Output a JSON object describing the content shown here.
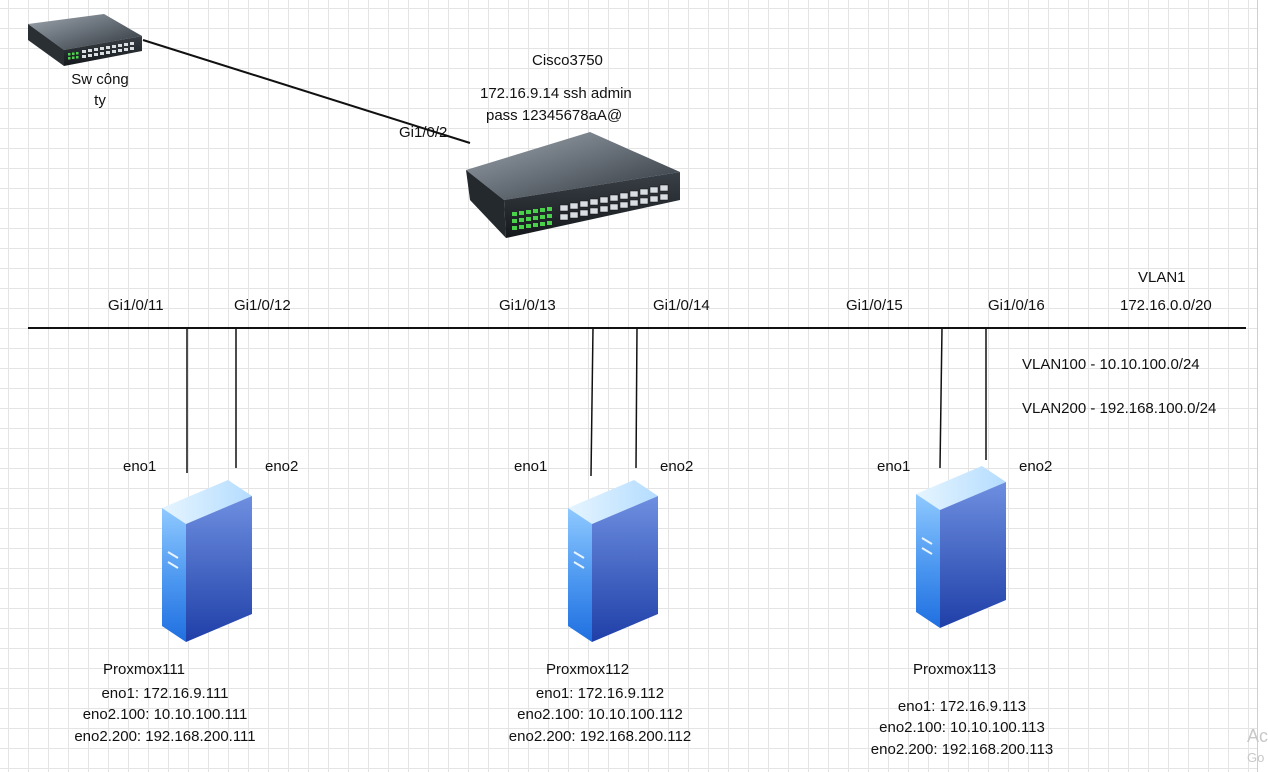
{
  "company_switch": {
    "name_line1": "Sw công",
    "name_line2": "ty"
  },
  "core_switch": {
    "name": "Cisco3750",
    "mgmt_line1": "172.16.9.14 ssh admin",
    "mgmt_line2": "pass 12345678aA@",
    "uplink_port": "Gi1/0/2"
  },
  "vlans": {
    "vlan1_name": "VLAN1",
    "vlan1_subnet": "172.16.0.0/20",
    "vlan100": "VLAN100 -  10.10.100.0/24",
    "vlan200": "VLAN200 -  192.168.100.0/24"
  },
  "servers": [
    {
      "name": "Proxmox111",
      "port_eno1": "Gi1/0/11",
      "port_eno2": "Gi1/0/12",
      "nic1_label": "eno1",
      "nic2_label": "eno2",
      "ip_eno1": "eno1: 172.16.9.111",
      "ip_eno2_100": "eno2.100: 10.10.100.111",
      "ip_eno2_200": "eno2.200: 192.168.200.111"
    },
    {
      "name": "Proxmox112",
      "port_eno1": "Gi1/0/13",
      "port_eno2": "Gi1/0/14",
      "nic1_label": "eno1",
      "nic2_label": "eno2",
      "ip_eno1": "eno1: 172.16.9.112",
      "ip_eno2_100": "eno2.100: 10.10.100.112",
      "ip_eno2_200": "eno2.200: 192.168.200.112"
    },
    {
      "name": "Proxmox113",
      "port_eno1": "Gi1/0/15",
      "port_eno2": "Gi1/0/16",
      "nic1_label": "eno1",
      "nic2_label": "eno2",
      "ip_eno1": "eno1: 172.16.9.113",
      "ip_eno2_100": "eno2.100: 10.10.100.113",
      "ip_eno2_200": "eno2.200: 192.168.200.113"
    }
  ],
  "watermark": {
    "line1": "Ac",
    "line2": "Go"
  }
}
